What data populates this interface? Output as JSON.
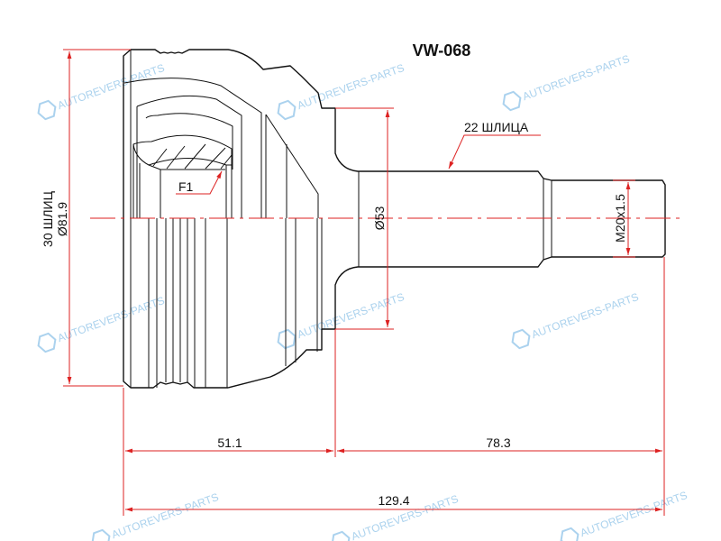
{
  "title": "VW-068",
  "labels": {
    "outer_spline": "30 ШЛИЦ",
    "outer_diameter": "Ø81.9",
    "shaft_spline": "22 ШЛИЦА",
    "shaft_diameter": "Ø53",
    "thread": "M20x1.5",
    "flag": "F1",
    "len_body": "51.1",
    "len_shaft": "78.3",
    "len_total": "129.4"
  },
  "watermark": {
    "text": "AUTOREVERS-PARTS",
    "logo": "AR",
    "color": "#8fc3e8"
  },
  "colors": {
    "dimension": "#dd2222",
    "outline": "#111111"
  }
}
